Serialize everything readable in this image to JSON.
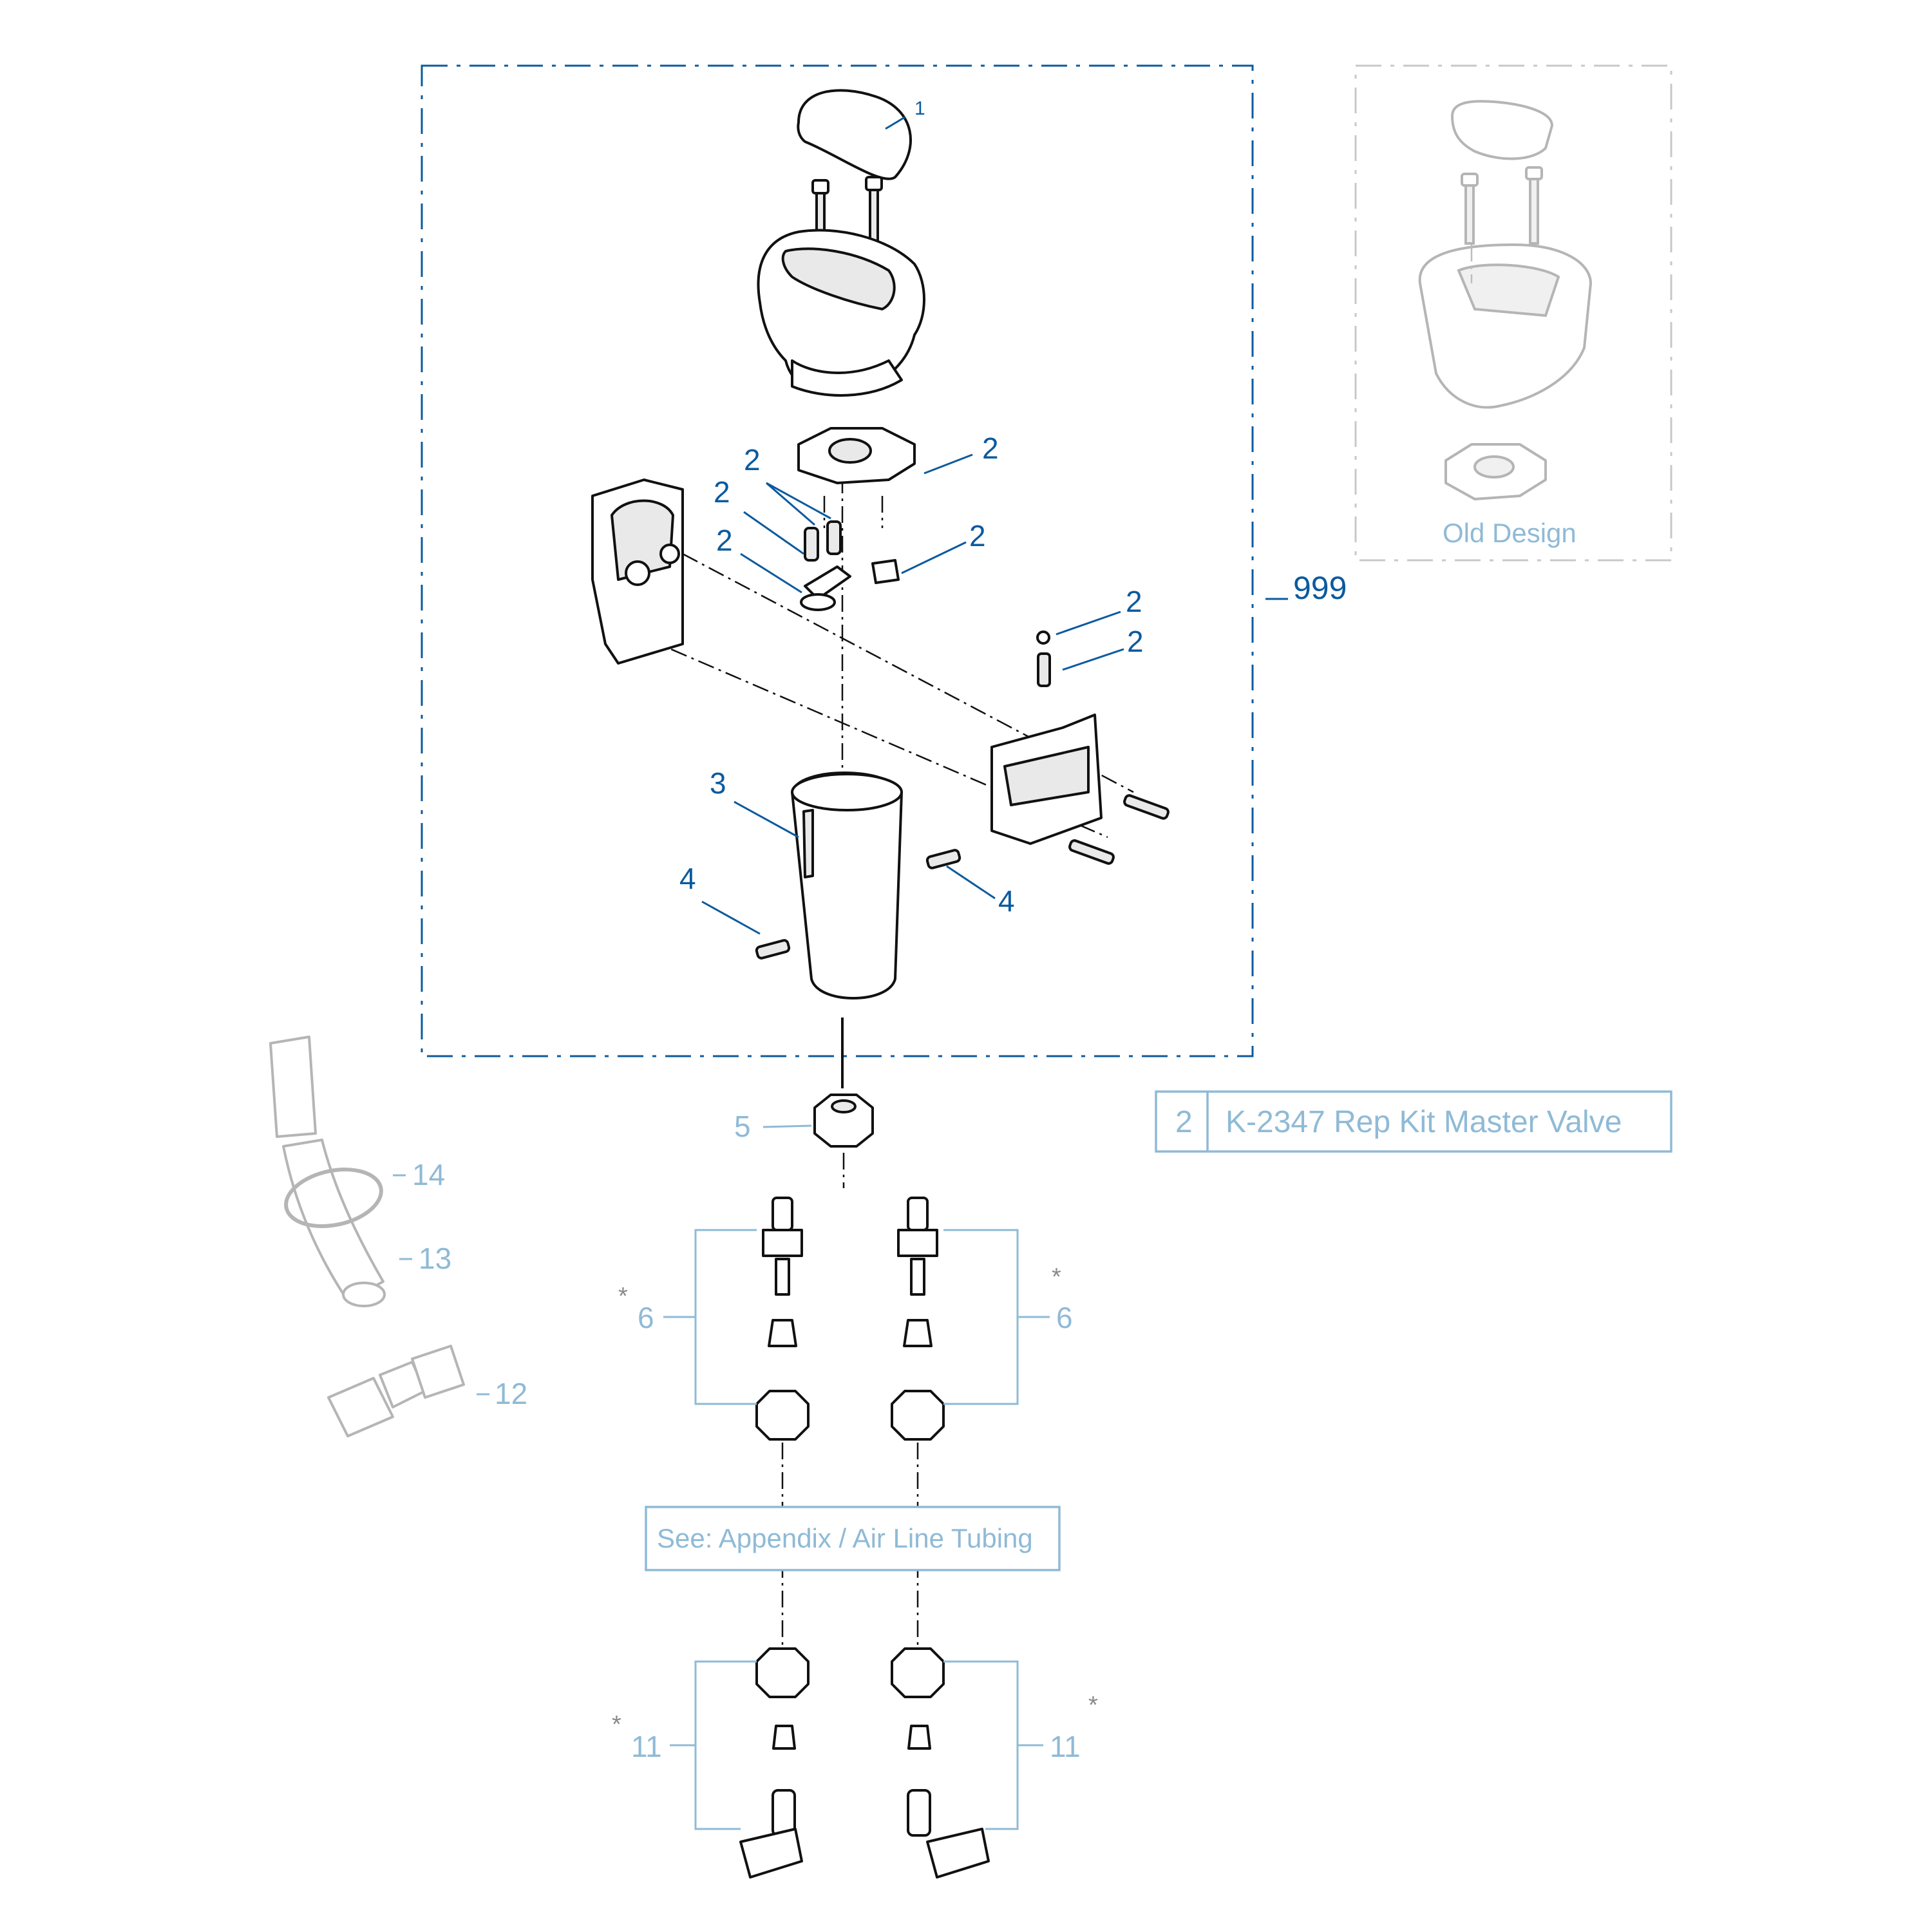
{
  "callouts": {
    "c1": "1",
    "c2a": "2",
    "c2b": "2",
    "c2c": "2",
    "c2d": "2",
    "c2e": "2",
    "c2f": "2",
    "c2g": "2",
    "c3": "3",
    "c4a": "4",
    "c4b": "4",
    "c5": "5",
    "c6a": "6",
    "c6b": "6",
    "c11a": "11",
    "c11b": "11",
    "c12": "12",
    "c13": "13",
    "c14": "14",
    "c999": "999",
    "star": "*"
  },
  "old_design_label": "Old Design",
  "kit_table": {
    "qty": "2",
    "description": "K-2347 Rep Kit Master Valve"
  },
  "appendix_note": "See: Appendix / Air Line Tubing",
  "colors": {
    "primary": "#0b5a9e",
    "secondary": "#8fbad6",
    "outline": "#111111",
    "ghost": "#b5b5b5"
  }
}
